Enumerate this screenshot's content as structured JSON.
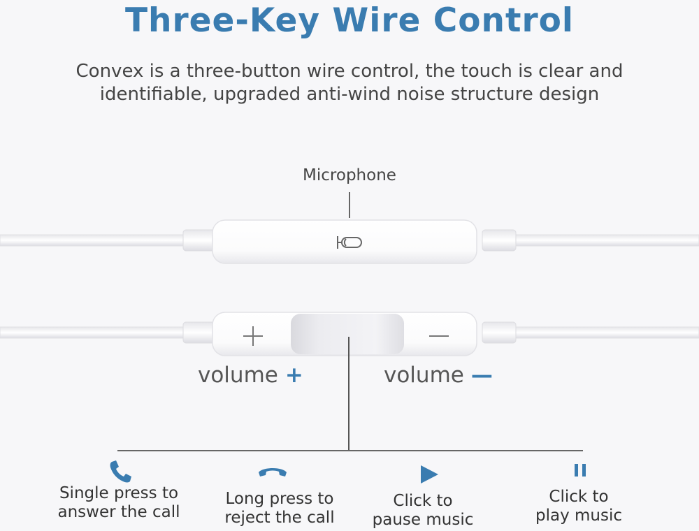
{
  "header": {
    "title": "Three-Key Wire Control",
    "subtitle_line1": "Convex is a three-button wire control, the touch is clear and",
    "subtitle_line2": "identifiable, upgraded anti-wind noise structure design"
  },
  "microphone": {
    "label": "Microphone"
  },
  "volume": {
    "up_label": "volume",
    "up_sign": "+",
    "down_label": "volume",
    "down_sign": "—"
  },
  "functions": [
    {
      "icon": "phone-answer-icon",
      "line1": "Single press to",
      "line2": "answer the call"
    },
    {
      "icon": "phone-hangup-icon",
      "line1": "Long press to",
      "line2": "reject the call"
    },
    {
      "icon": "play-icon",
      "line1": "Click to",
      "line2": "pause music"
    },
    {
      "icon": "pause-icon",
      "line1": "Click to",
      "line2": "play music"
    }
  ],
  "colors": {
    "accent": "#3a7cb0",
    "text": "#444444",
    "background": "#f7f7f9"
  }
}
